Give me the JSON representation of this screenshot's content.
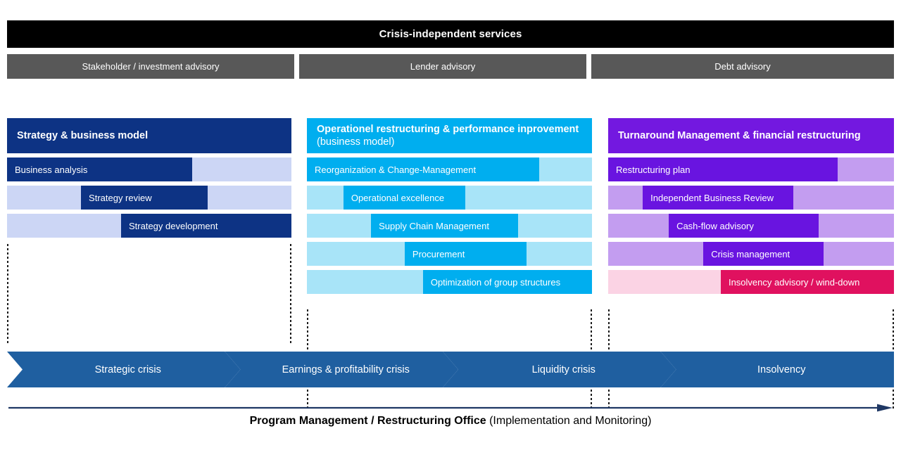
{
  "banner": {
    "title": "Crisis-independent services",
    "background": "#000000",
    "text_color": "#ffffff"
  },
  "advisory_bars": [
    {
      "label": "Stakeholder / investment advisory"
    },
    {
      "label": "Lender advisory"
    },
    {
      "label": "Debt advisory"
    }
  ],
  "advisory_bar_color": "#585858",
  "columns": [
    {
      "id": "strategy-business-model",
      "header": {
        "bold": "Strategy & business model",
        "normal": ""
      },
      "header_color": "#0d3384",
      "fill_color": "#0d3384",
      "track_color": "#ccd6f5",
      "rows": [
        {
          "label": "Business analysis",
          "start_pct": 0,
          "end_pct": 65
        },
        {
          "label": "Strategy review",
          "start_pct": 26,
          "end_pct": 70.5
        },
        {
          "label": "Strategy development",
          "start_pct": 40.1,
          "end_pct": 100
        }
      ]
    },
    {
      "id": "operational-restructuring",
      "header": {
        "bold": "Operationel restructuring & performance inprovement",
        "normal": " (business model)"
      },
      "header_color": "#00aeef",
      "fill_color": "#00aeef",
      "track_color": "#a8e4f8",
      "rows": [
        {
          "label": "Reorganization & Change-Management",
          "start_pct": 0,
          "end_pct": 81.5
        },
        {
          "label": "Operational excellence",
          "start_pct": 12.8,
          "end_pct": 55.6
        },
        {
          "label": "Supply Chain Management",
          "start_pct": 22.5,
          "end_pct": 74.0
        },
        {
          "label": "Procurement",
          "start_pct": 34.3,
          "end_pct": 77.0
        },
        {
          "label": "Optimization of group structures",
          "start_pct": 40.7,
          "end_pct": 100
        }
      ]
    },
    {
      "id": "turnaround-financial-restructuring",
      "header": {
        "bold": "Turnaround Management & financial restructuring",
        "normal": ""
      },
      "header_color": "#7318e0",
      "fill_color": "#6914e0",
      "track_color": "#c39df0",
      "rows": [
        {
          "label": "Restructuring plan",
          "start_pct": 0,
          "end_pct": 80.3
        },
        {
          "label": "Independent Business Review",
          "start_pct": 12.1,
          "end_pct": 64.8
        },
        {
          "label": "Cash-flow advisory",
          "start_pct": 21.2,
          "end_pct": 73.6
        },
        {
          "label": "Crisis management",
          "start_pct": 33.3,
          "end_pct": 75.4
        },
        {
          "label": "Insolvency advisory / wind-down",
          "start_pct": 39.4,
          "end_pct": 100,
          "fill_color": "#e0115f",
          "track_color": "#fbd3e4"
        }
      ]
    }
  ],
  "crisis_stages": {
    "color": "#1f5fa0",
    "items": [
      {
        "label": "Strategic crisis"
      },
      {
        "label": "Earnings & profitability crisis"
      },
      {
        "label": "Liquidity crisis"
      },
      {
        "label": "Insolvency"
      }
    ]
  },
  "program_management": {
    "bold": "Program Management / Restructuring Office",
    "normal": " (Implementation and Monitoring)",
    "arrow_color": "#1f3864"
  }
}
